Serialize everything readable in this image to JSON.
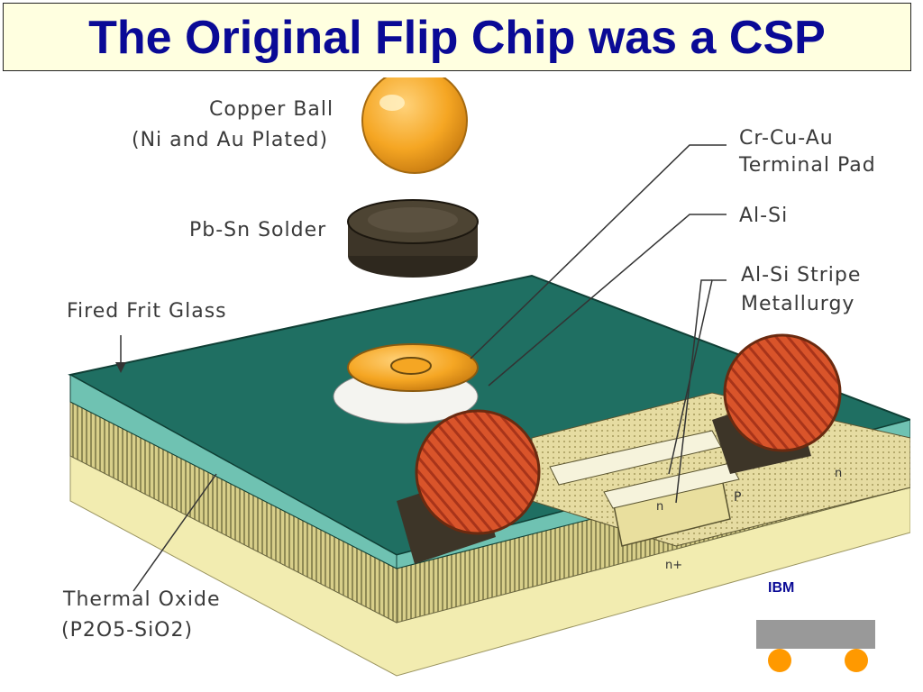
{
  "slide": {
    "title": "The Original Flip Chip was a CSP"
  },
  "labels": {
    "copper_ball_1": "Copper Ball",
    "copper_ball_2": "(Ni and Au Plated)",
    "pbsn_solder": "Pb-Sn Solder",
    "fired_frit_glass": "Fired Frit Glass",
    "thermal_oxide_1": "Thermal Oxide",
    "thermal_oxide_2": "(P2O5-SiO2)",
    "terminal_pad_1": "Cr-Cu-Au",
    "terminal_pad_2": "Terminal Pad",
    "alsi": "Al-Si",
    "stripe_1": "Al-Si Stripe",
    "stripe_2": "Metallurgy",
    "region_n1": "n",
    "region_n2": "n",
    "region_p": "P",
    "region_nplus": "n+"
  },
  "csp_icon": {
    "caption": "IBM",
    "body_color": "#999999",
    "ball_color": "#ff9900"
  },
  "colors": {
    "title_text": "#0a0a96",
    "title_bg": "#ffffe0",
    "glass": "#1f6f62",
    "copper": "#f5a623",
    "solder": "#3d3528",
    "ball_red": "#d9542a"
  }
}
